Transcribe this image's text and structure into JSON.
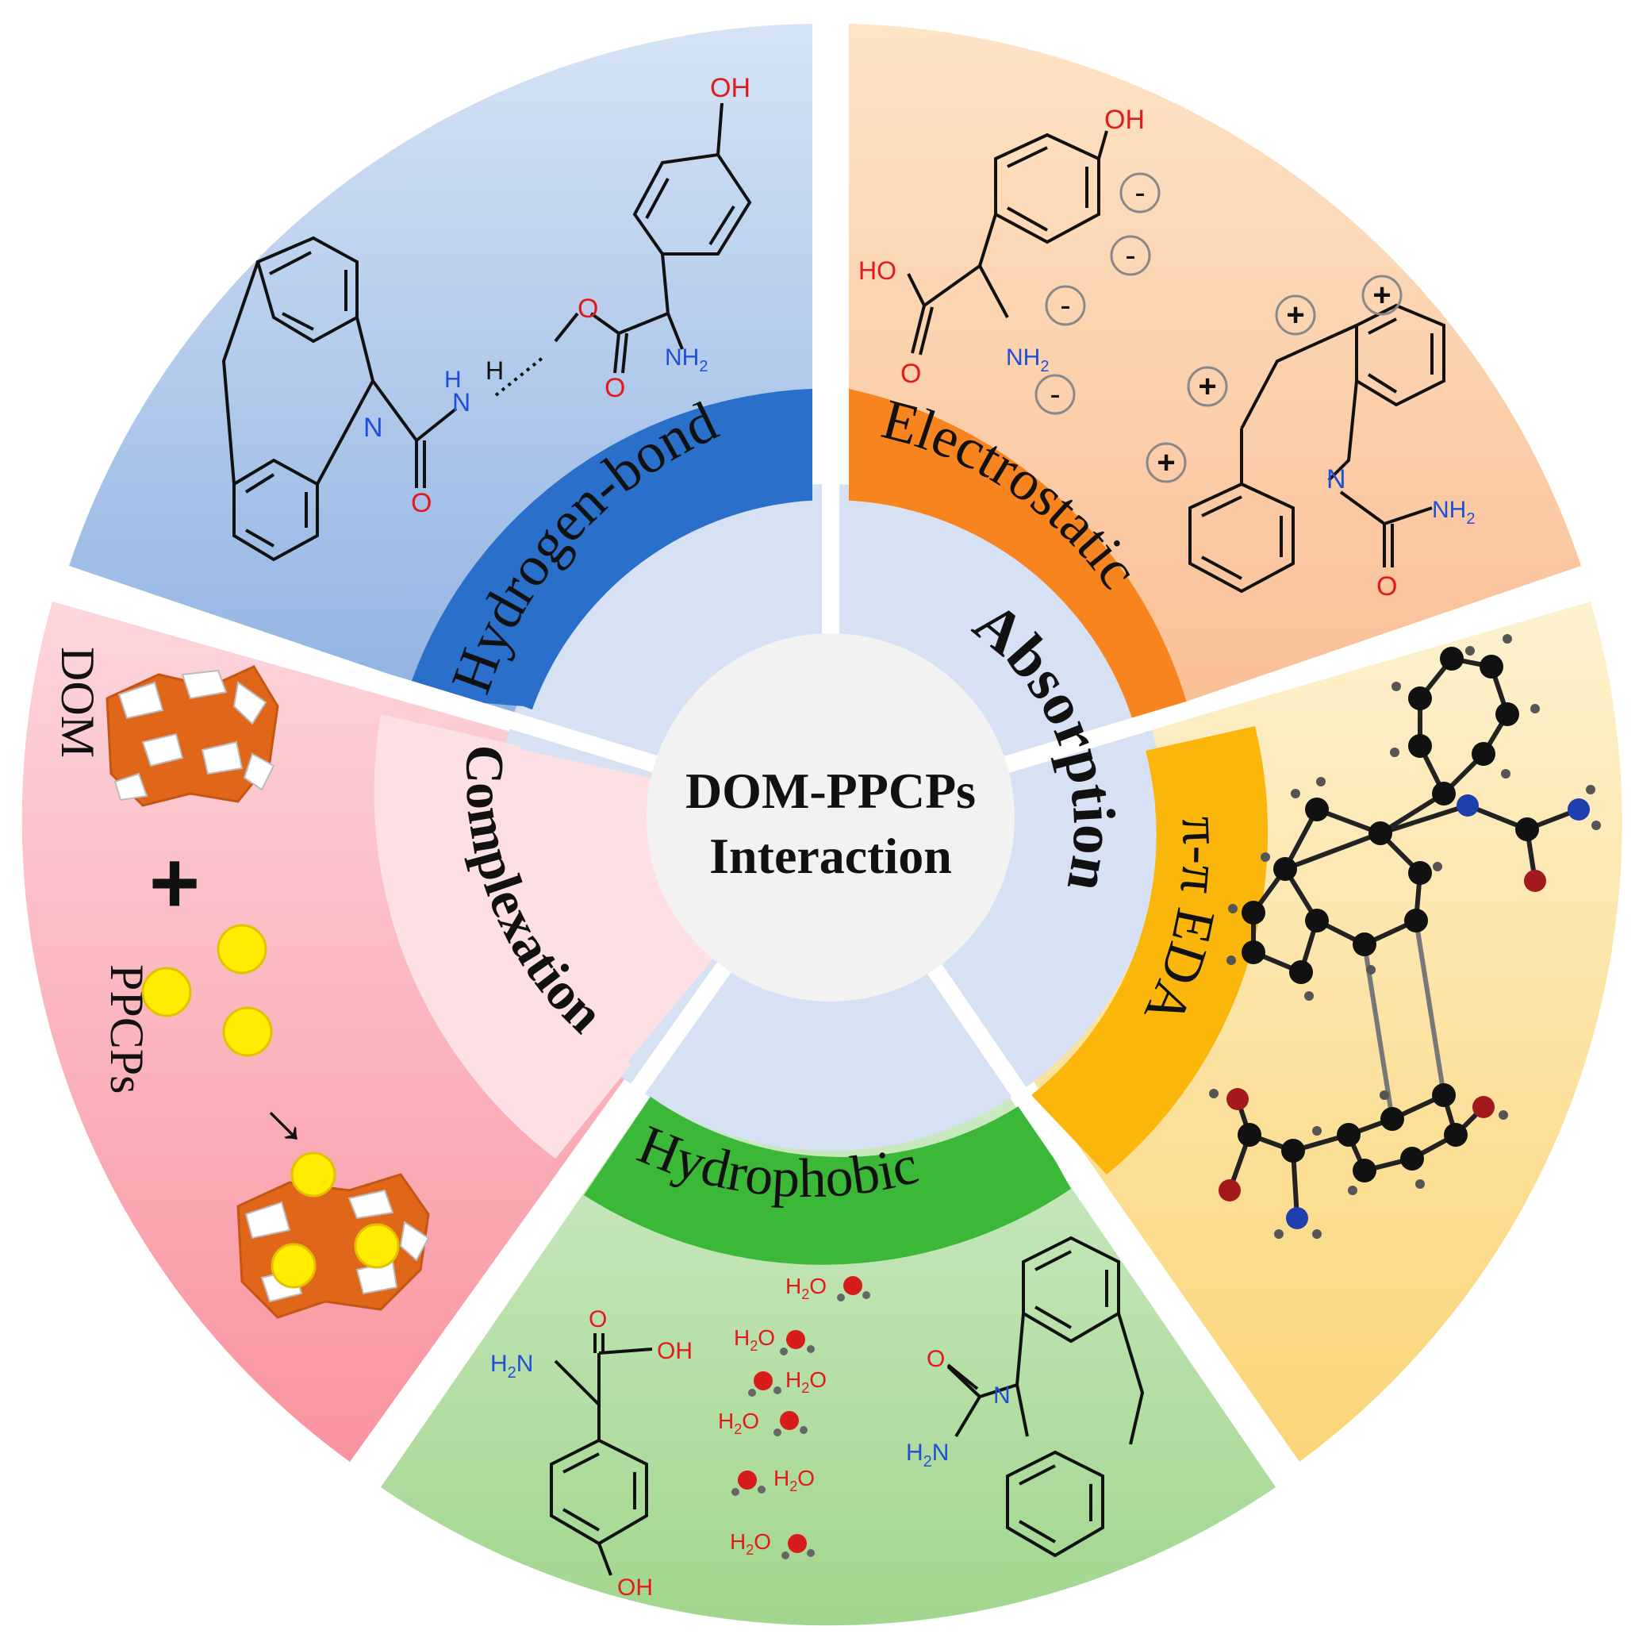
{
  "center": {
    "line1": "DOM-PPCPs",
    "line2": "Interaction"
  },
  "inner_ring": {
    "absorption": "Absorption",
    "complexation": "Complexation"
  },
  "mechanisms": {
    "hydrogen_bond": "Hydrogen-bond",
    "electrostatic": "Electrostatic",
    "pi_pi_eda": "π-π EDA",
    "hydrophobic": "Hydrophobic"
  },
  "complexation_panel": {
    "dom": "DOM",
    "ppcps": "PPCPs",
    "plus": "+",
    "arrow": "→"
  },
  "chem_labels": {
    "oh": "OH",
    "ho": "HO",
    "o": "O",
    "n": "N",
    "h": "H",
    "nh2": "NH",
    "sub2": "2",
    "h2n": "H",
    "h2o": "H",
    "o_after": "O"
  },
  "charges": {
    "minus": "-",
    "plus": "+"
  },
  "colors": {
    "hydrogen_bond": "#2a6fca",
    "electrostatic": "#f7841f",
    "pi_pi_eda": "#fbb60b",
    "hydrophobic": "#3bb838",
    "complexation_outer": "#f89aa6",
    "complexation_inner": "#fde0e4",
    "absorption_ring": "#d6e2f4",
    "center": "#f2f2f2"
  }
}
